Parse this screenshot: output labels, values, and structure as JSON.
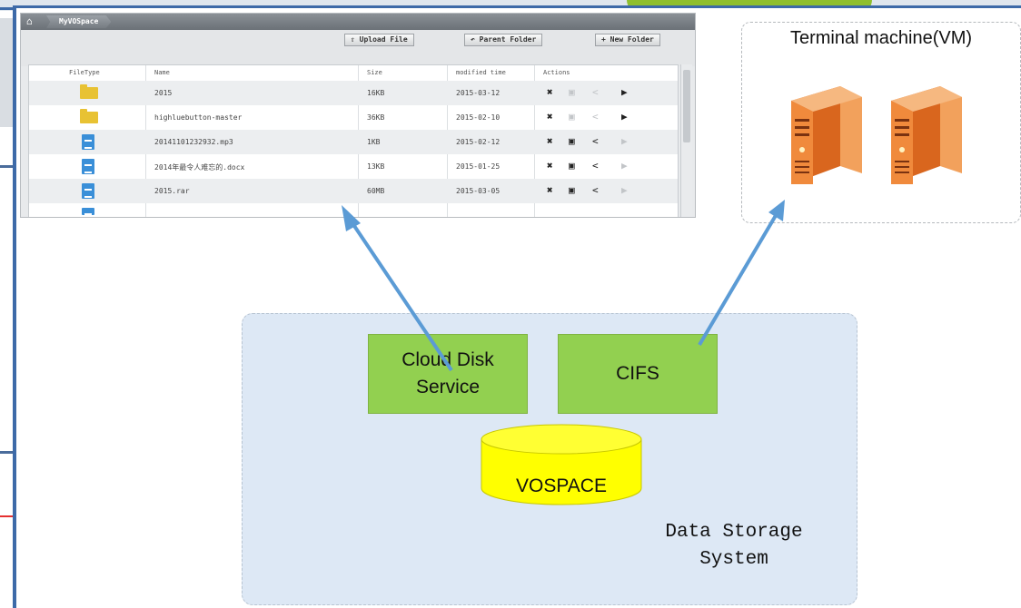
{
  "file_manager": {
    "breadcrumb": "MyVOSpace",
    "toolbar": {
      "upload": "Upload File",
      "parent": "Parent Folder",
      "new_folder": "New Folder"
    },
    "columns": [
      "FileType",
      "Name",
      "Size",
      "modified time",
      "Actions"
    ],
    "rows": [
      {
        "type": "folder",
        "name": "2015",
        "size": "16KB",
        "modified": "2015-03-12"
      },
      {
        "type": "folder",
        "name": "highluebutton-master",
        "size": "36KB",
        "modified": "2015-02-10"
      },
      {
        "type": "file",
        "name": "20141101232932.mp3",
        "size": "1KB",
        "modified": "2015-02-12"
      },
      {
        "type": "file",
        "name": "2014年最令人难忘的.docx",
        "size": "13KB",
        "modified": "2015-01-25"
      },
      {
        "type": "file",
        "name": "2015.rar",
        "size": "60MB",
        "modified": "2015-03-05"
      }
    ]
  },
  "terminal_box": {
    "title": "Terminal machine(VM)"
  },
  "storage": {
    "cloud_disk": "Cloud Disk Service",
    "cifs": "CIFS",
    "vospace": "VOSPACE",
    "system_label": "Data Storage System"
  },
  "colors": {
    "green_box": "#92d050",
    "cylinder": "#ffff00",
    "arrow": "#5b9bd5",
    "storage_bg": "#dde8f5"
  }
}
